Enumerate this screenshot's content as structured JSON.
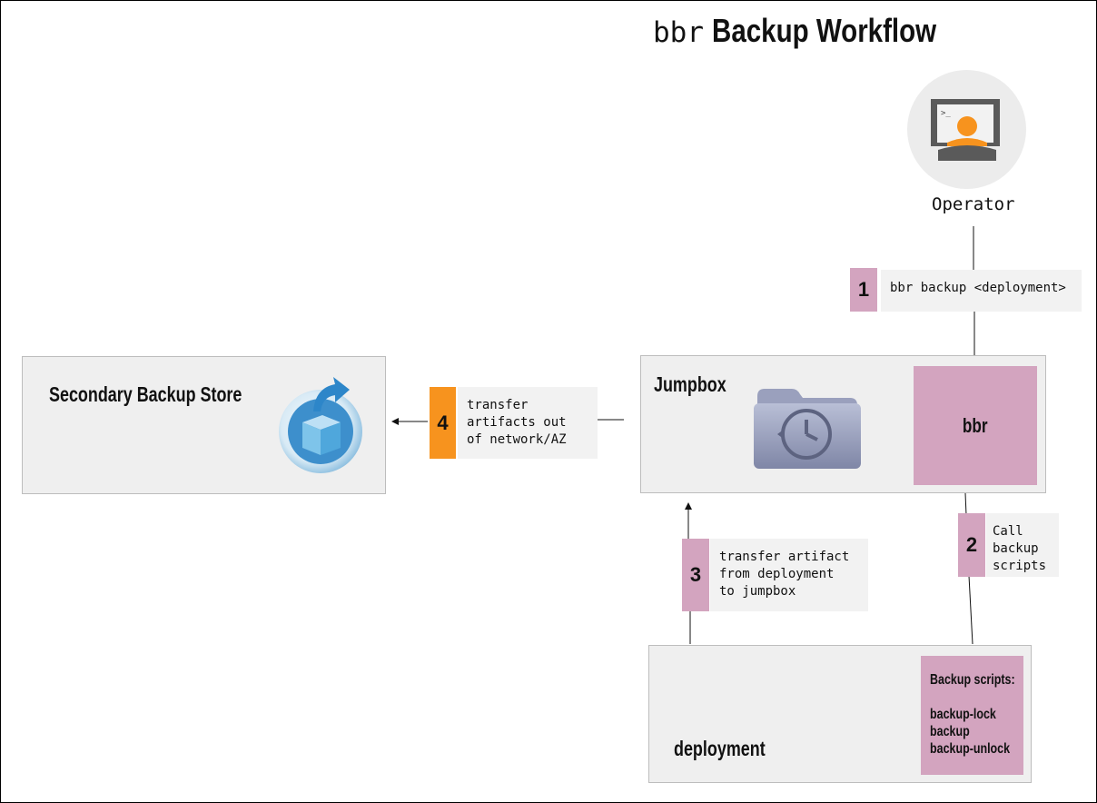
{
  "title": {
    "code": "bbr",
    "rest": "Backup Workflow"
  },
  "operator": {
    "label": "Operator",
    "icon": "operator-terminal-icon"
  },
  "step1": {
    "number": "1",
    "text": "bbr backup <deployment>"
  },
  "jumpbox": {
    "label": "Jumpbox",
    "icon": "time-machine-folder-icon",
    "tool_label": "bbr"
  },
  "step2": {
    "number": "2",
    "text": "Call\nbackup\nscripts"
  },
  "step3": {
    "number": "3",
    "text": "transfer artifact\nfrom deployment\nto jumpbox"
  },
  "step4": {
    "number": "4",
    "text": "transfer\nartifacts out\nof network/AZ"
  },
  "secondary": {
    "label": "Secondary Backup Store",
    "icon": "backup-store-icon"
  },
  "deployment": {
    "label": "deployment",
    "scripts_title": "Backup scripts:",
    "scripts": [
      "backup-lock",
      "backup",
      "backup-unlock"
    ]
  },
  "colors": {
    "pink": "#d3a4bf",
    "orange": "#f7931e",
    "box": "#efefef",
    "note": "#f2f2f2"
  }
}
